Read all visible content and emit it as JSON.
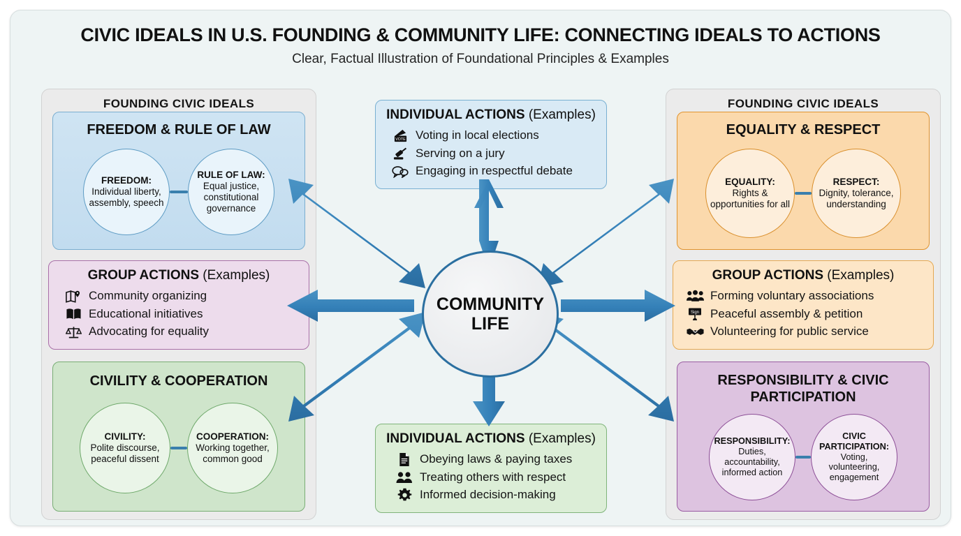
{
  "header": {
    "title": "CIVIC IDEALS IN U.S. FOUNDING & COMMUNITY LIFE: CONNECTING IDEALS TO ACTIONS",
    "subtitle": "Clear, Factual Illustration of Foundational Principles & Examples"
  },
  "columns": {
    "left_heading": "FOUNDING CIVIC IDEALS",
    "right_heading": "FOUNDING CIVIC IDEALS"
  },
  "hub": {
    "line1": "COMMUNITY",
    "line2": "LIFE"
  },
  "cards": {
    "freedom": {
      "title": "FREEDOM & RULE OF LAW",
      "left_circle": {
        "label": "FREEDOM:",
        "text": "Individual liberty, assembly, speech"
      },
      "right_circle": {
        "label": "RULE OF LAW:",
        "text": "Equal justice, constitutional governance"
      }
    },
    "group_left": {
      "title_bold": "GROUP ACTIONS",
      "title_normal": " (Examples)",
      "items": [
        {
          "icon": "map-pin-icon",
          "label": "Community organizing"
        },
        {
          "icon": "open-book-icon",
          "label": "Educational initiatives"
        },
        {
          "icon": "scales-icon",
          "label": "Advocating for equality"
        }
      ]
    },
    "civility": {
      "title": "CIVILITY & COOPERATION",
      "left_circle": {
        "label": "CIVILITY:",
        "text": "Polite discourse, peaceful dissent"
      },
      "right_circle": {
        "label": "COOPERATION:",
        "text": "Working together, common good"
      }
    },
    "equality": {
      "title": "EQUALITY & RESPECT",
      "left_circle": {
        "label": "EQUALITY:",
        "text": "Rights & opportunities for all"
      },
      "right_circle": {
        "label": "RESPECT:",
        "text": "Dignity, tolerance, understanding"
      }
    },
    "group_right": {
      "title_bold": "GROUP ACTIONS",
      "title_normal": " (Examples)",
      "items": [
        {
          "icon": "people-group-icon",
          "label": "Forming voluntary associations"
        },
        {
          "icon": "protest-sign-icon",
          "label": "Peaceful assembly & petition"
        },
        {
          "icon": "handshake-icon",
          "label": "Volunteering for public service"
        }
      ]
    },
    "responsibility": {
      "title": "RESPONSIBILITY & CIVIC PARTICIPATION",
      "left_circle": {
        "label": "RESPONSIBILITY:",
        "text": "Duties, accountability, informed action"
      },
      "right_circle": {
        "label": "CIVIC PARTICIPATION:",
        "text": "Voting, volunteering, engagement"
      }
    },
    "individual_top": {
      "title_bold": "INDIVIDUAL ACTIONS",
      "title_normal": " (Examples)",
      "items": [
        {
          "icon": "ballot-box-icon",
          "label": "Voting in local elections"
        },
        {
          "icon": "gavel-icon",
          "label": "Serving on a jury"
        },
        {
          "icon": "speech-bubbles-icon",
          "label": "Engaging in respectful debate"
        }
      ]
    },
    "individual_bottom": {
      "title_bold": "INDIVIDUAL ACTIONS",
      "title_normal": " (Examples)",
      "items": [
        {
          "icon": "document-icon",
          "label": "Obeying laws & paying taxes"
        },
        {
          "icon": "two-people-icon",
          "label": "Treating others with respect"
        },
        {
          "icon": "gear-icon",
          "label": "Informed decision-making"
        }
      ]
    }
  },
  "colors": {
    "arrow": "#3480b8",
    "hub_border": "#2b6fa0",
    "connector": "#3a7fad",
    "frame_bg": "#eef4f4",
    "freedom_card": "#c8e0f1",
    "group_left_card": "#eddcec",
    "civility_card": "#cfe5cb",
    "equality_card": "#fbd9ac",
    "group_right_card": "#fde6c7",
    "responsibility_card": "#ddc3e0",
    "individual_top_card": "#d9eaf5",
    "individual_bottom_card": "#dceed7"
  },
  "arrows": [
    {
      "name": "arrow-hub-to-freedom",
      "direction": "double"
    },
    {
      "name": "arrow-hub-to-group-left",
      "direction": "single-left"
    },
    {
      "name": "arrow-hub-to-civility",
      "direction": "double"
    },
    {
      "name": "arrow-hub-to-individual-top",
      "direction": "single-up"
    },
    {
      "name": "arrow-hub-to-individual-bottom",
      "direction": "single-down"
    },
    {
      "name": "arrow-hub-to-equality",
      "direction": "double"
    },
    {
      "name": "arrow-hub-to-group-right",
      "direction": "single-right"
    },
    {
      "name": "arrow-hub-to-responsibility",
      "direction": "double"
    }
  ]
}
